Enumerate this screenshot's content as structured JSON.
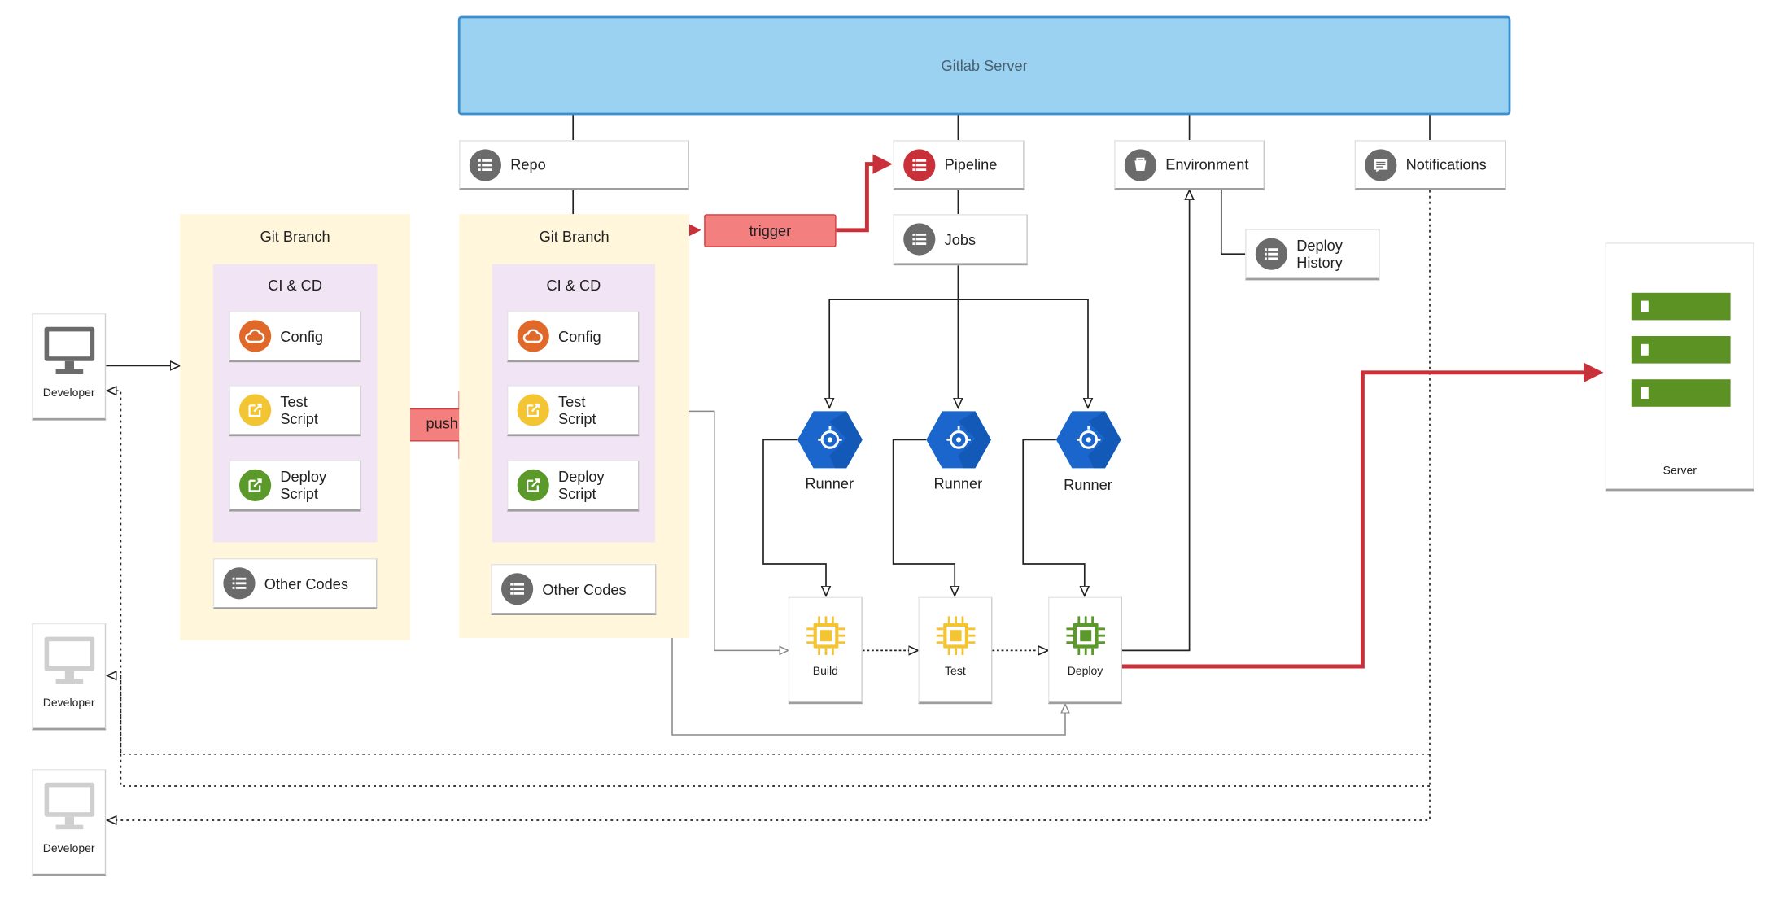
{
  "server": {
    "label": "Gitlab Server"
  },
  "top_cards": {
    "repo": "Repo",
    "pipeline": "Pipeline",
    "environment": "Environment",
    "notifications": "Notifications",
    "jobs": "Jobs",
    "deploy_history": "Deploy\nHistory"
  },
  "branches": [
    {
      "title": "Git Branch",
      "cicd_title": "CI & CD",
      "items": [
        "Config",
        "Test\nScript",
        "Deploy\nScript"
      ],
      "other": "Other Codes"
    },
    {
      "title": "Git Branch",
      "cicd_title": "CI & CD",
      "items": [
        "Config",
        "Test\nScript",
        "Deploy\nScript"
      ],
      "other": "Other Codes"
    }
  ],
  "actions": {
    "push": "push",
    "trigger": "trigger"
  },
  "runners": [
    "Runner",
    "Runner",
    "Runner"
  ],
  "stages": [
    "Build",
    "Test",
    "Deploy"
  ],
  "developers": [
    "Developer",
    "Developer",
    "Developer"
  ],
  "target": {
    "label": "Server"
  },
  "colors": {
    "accent_red": "#c8303a",
    "runner_blue": "#1a66cc",
    "chip_yellow": "#f3c533",
    "chip_green": "#5b9a2a",
    "server_green": "#5c9124"
  },
  "icons": {
    "repo": "list-icon",
    "pipeline": "list-icon",
    "environment": "bucket-icon",
    "notifications": "message-icon",
    "jobs": "list-icon",
    "deploy_history": "list-icon",
    "config": "cloud-icon",
    "test_script": "edit-icon",
    "deploy_script": "edit-icon",
    "other_codes": "list-icon",
    "runner": "runner-hexagon-icon",
    "stage": "chip-icon",
    "developer": "monitor-icon",
    "server": "server-rack-icon"
  }
}
